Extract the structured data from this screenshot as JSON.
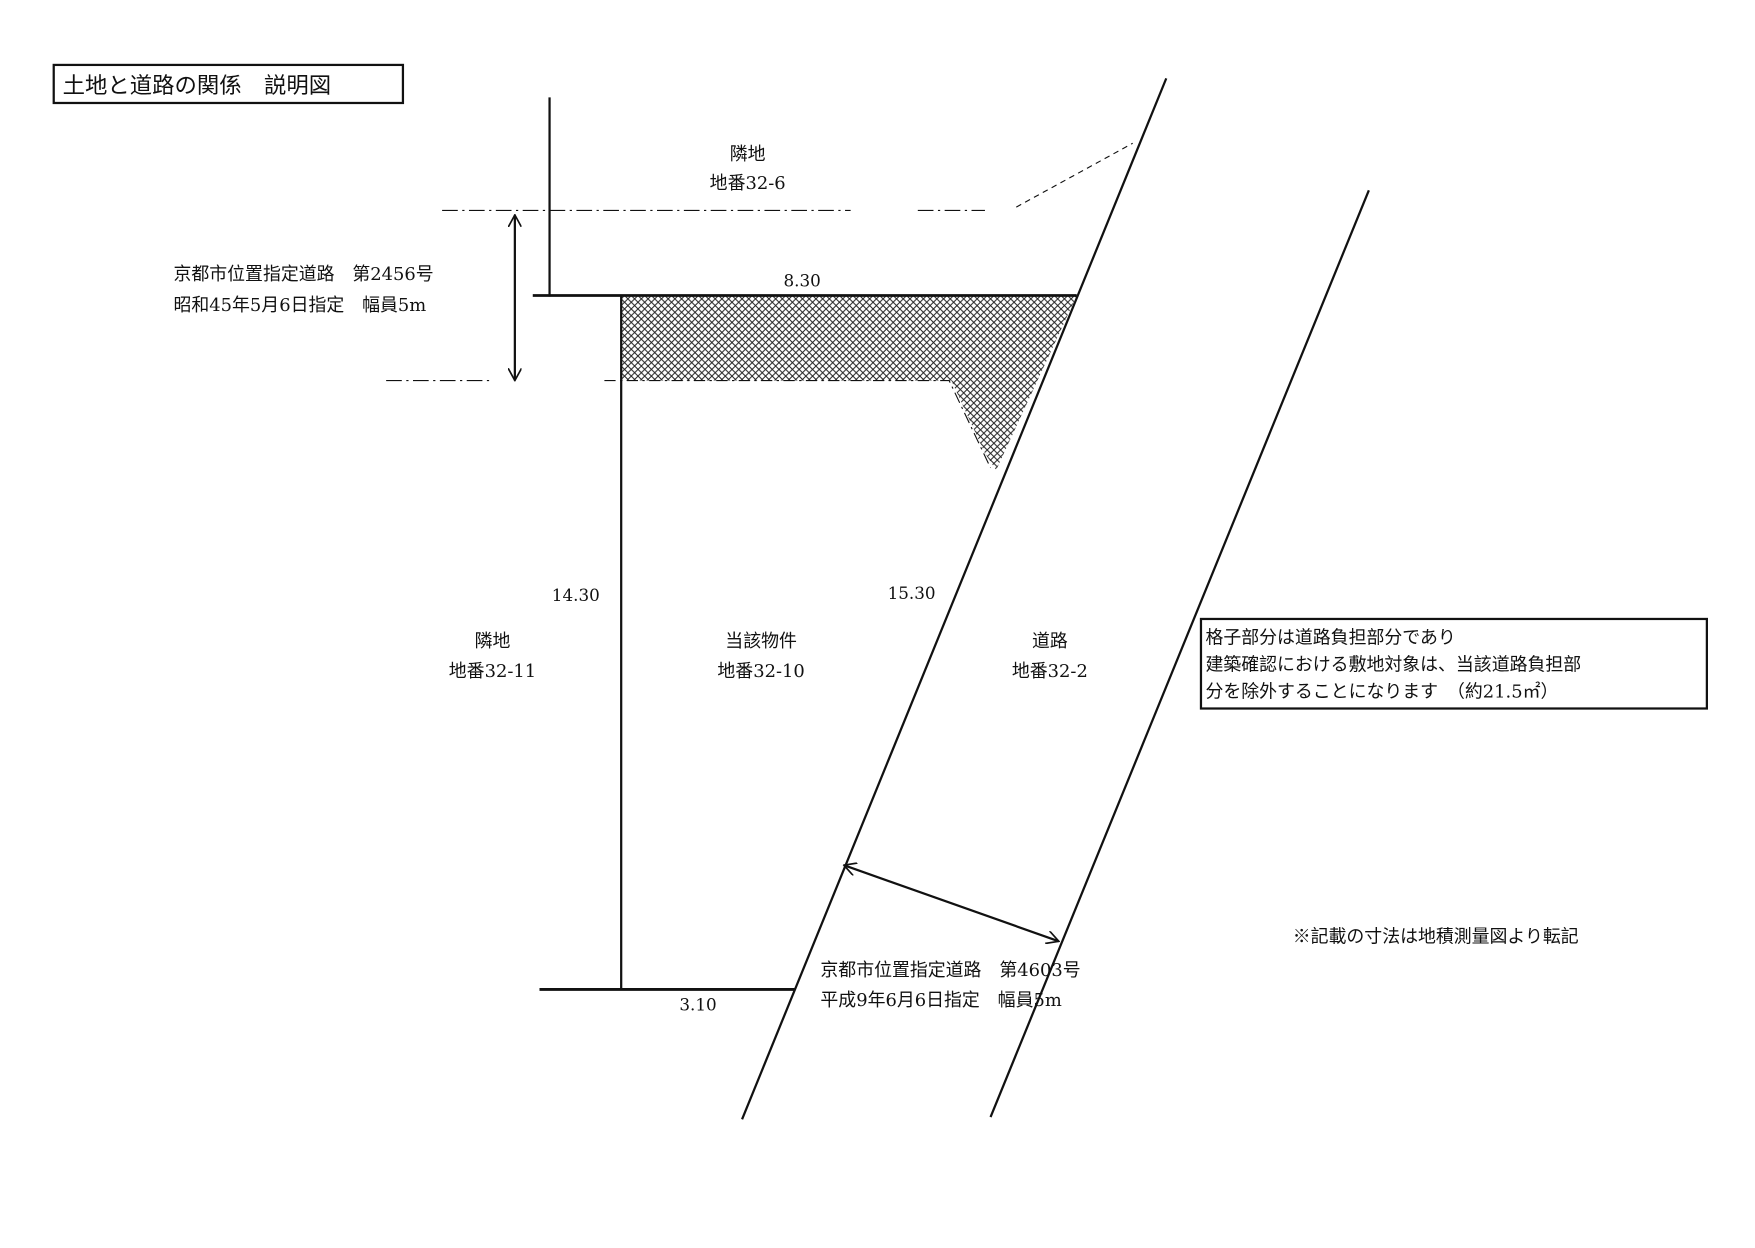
{
  "title": "土地と道路の関係　説明図",
  "dimensions": {
    "top": "8.30",
    "left": "14.30",
    "diagonal": "15.30",
    "bottom": "3.10"
  },
  "parcels": {
    "north": {
      "label": "隣地",
      "number": "地番32-6"
    },
    "west": {
      "label": "隣地",
      "number": "地番32-11"
    },
    "subject": {
      "label": "当該物件",
      "number": "地番32-10"
    },
    "road": {
      "label": "道路",
      "number": "地番32-2"
    }
  },
  "road_north": {
    "line1": "京都市位置指定道路　第2456号",
    "line2": "昭和45年5月6日指定　幅員5m"
  },
  "road_east": {
    "line1": "京都市位置指定道路　第4603号",
    "line2": "平成9年6月6日指定　幅員5m"
  },
  "note": {
    "line1": "格子部分は道路負担部分であり",
    "line2": "建築確認における敷地対象は、当該道路負担部",
    "line3": "分を除外することになります　（約21.5㎡）"
  },
  "footnote": "※記載の寸法は地積測量図より転記",
  "colors": {
    "ink": "#111111",
    "hatch": "#222222"
  }
}
